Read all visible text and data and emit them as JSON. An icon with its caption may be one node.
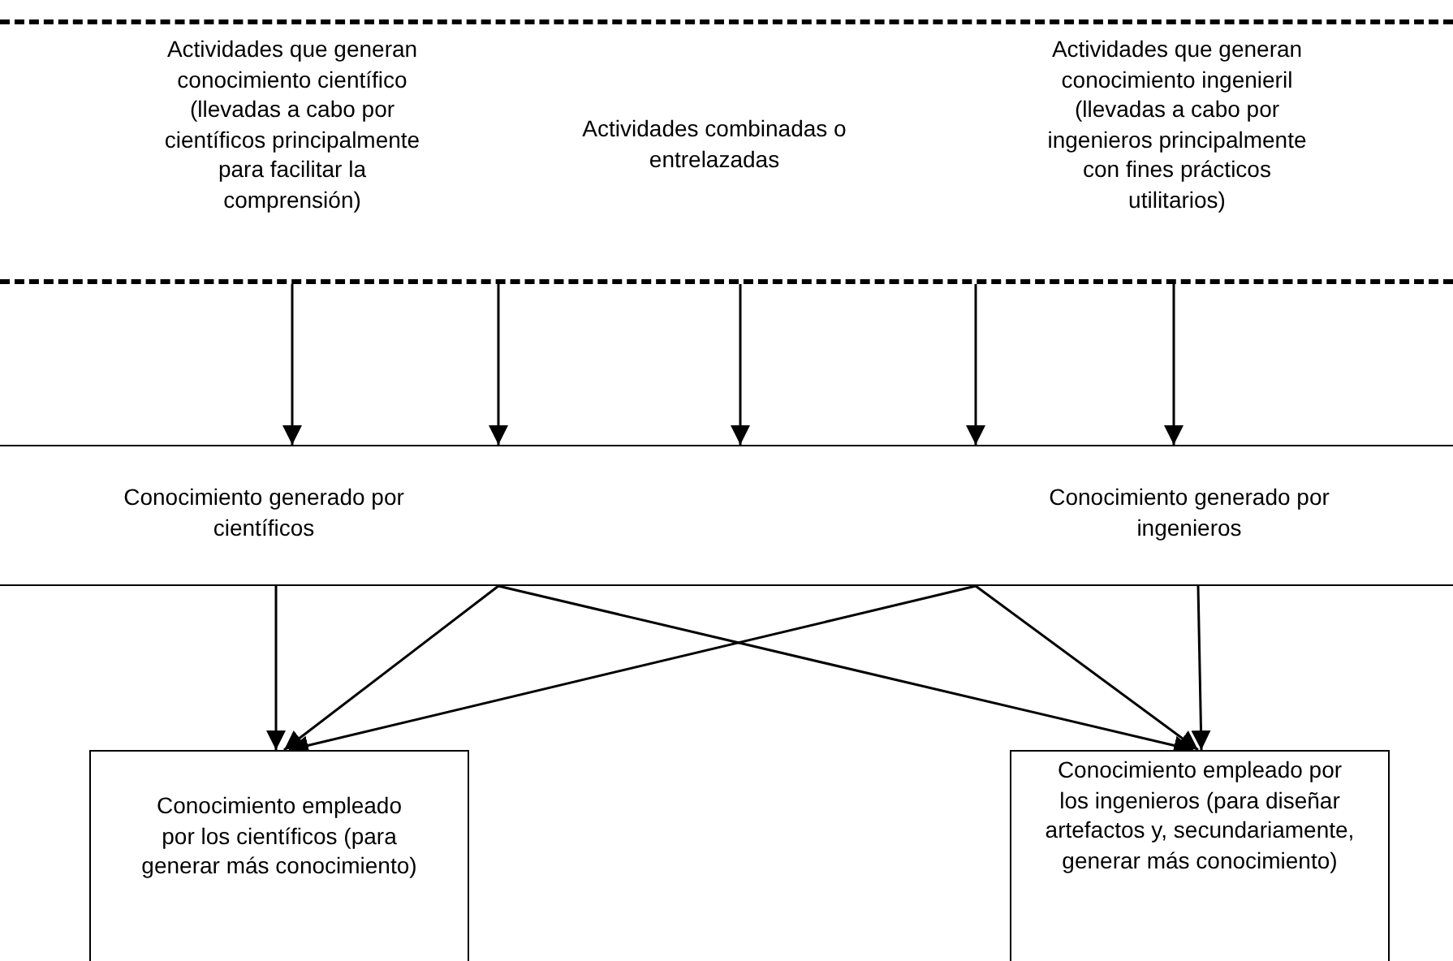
{
  "diagram": {
    "nodes": [
      {
        "text": [
          "Actividades que generan conocimiento científico (llevadas a cabo por científicos principalmente para facilitar la comprensión)",
          "Actividades combinadas o entrelazadas",
          "Actividades que generan conocimiento ingenieril (llevadas a cabo por ingenieros principalmente con fines prácticos utilitarios)"
        ]
      },
      {
        "text": [
          "Conocimiento generado por científicos",
          "Conocimiento generado por ingenieros"
        ]
      },
      {
        "text": [
          "Conocimiento empleado por los científicos (para generar más conocimiento)"
        ]
      },
      {
        "text": [
          "Conocimiento empleado por los ingenieros (para diseñar artefactos y, secundariamente, generar más conocimiento)"
        ]
      }
    ],
    "edges": [
      {
        "from": 0,
        "to": 1,
        "arrow": "to"
      },
      {
        "from": 0,
        "to": 1,
        "arrow": "to"
      },
      {
        "from": 0,
        "to": 1,
        "arrow": "to"
      },
      {
        "from": 0,
        "to": 1,
        "arrow": "to"
      },
      {
        "from": 0,
        "to": 1,
        "arrow": "to"
      },
      {
        "from": 1,
        "to": 2,
        "arrow": "to"
      },
      {
        "from": 1,
        "to": 2,
        "arrow": "to"
      },
      {
        "from": 1,
        "to": 3,
        "arrow": "to"
      },
      {
        "from": 1,
        "to": 2,
        "arrow": "to"
      },
      {
        "from": 1,
        "to": 3,
        "arrow": "to"
      },
      {
        "from": 1,
        "to": 3,
        "arrow": "to"
      }
    ]
  }
}
